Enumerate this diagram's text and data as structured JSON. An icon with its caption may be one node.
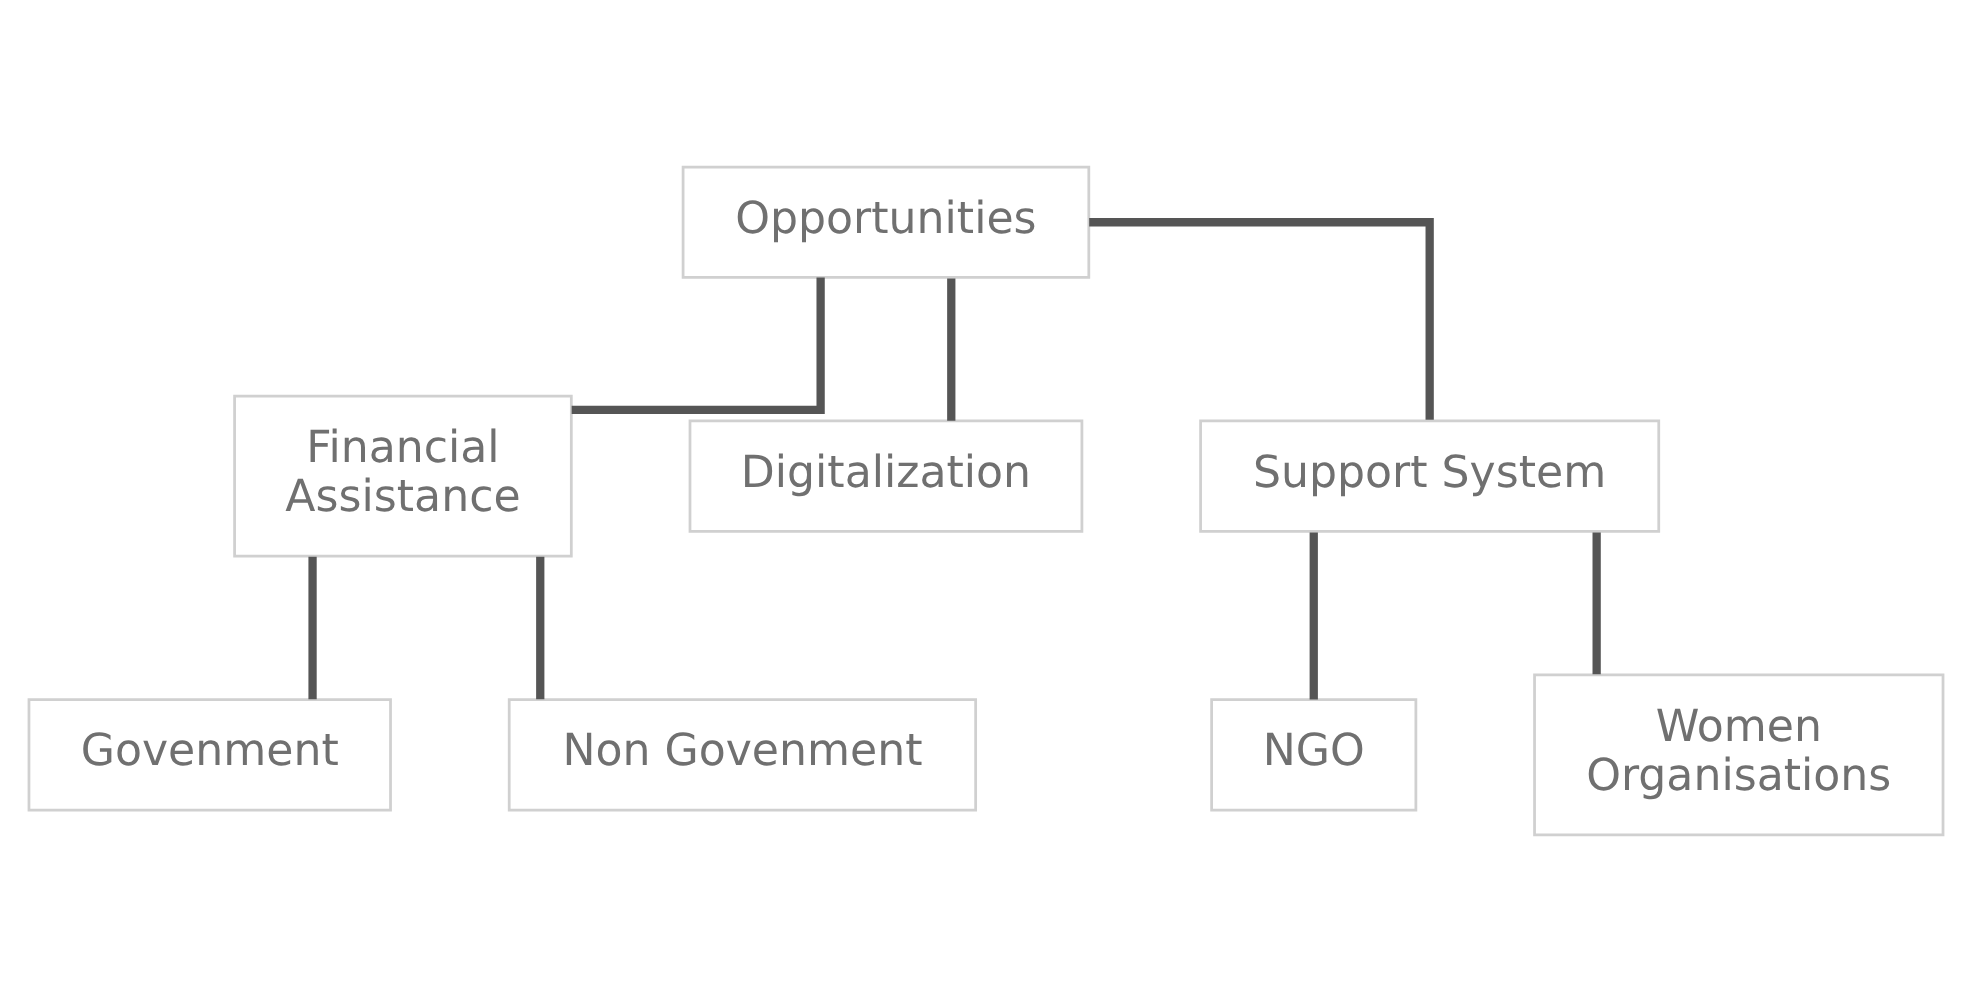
{
  "diagram": {
    "nodes": [
      {
        "text": [
          "Opportunities"
        ]
      },
      {
        "text": [
          "Financial Assistance"
        ]
      },
      {
        "text": [
          "Digitalization"
        ]
      },
      {
        "text": [
          "Support System"
        ]
      },
      {
        "text": [
          "Govenment"
        ]
      },
      {
        "text": [
          "Non Govenment"
        ]
      },
      {
        "text": [
          "NGO"
        ]
      },
      {
        "text": [
          "Women Organisations"
        ]
      }
    ],
    "edges": [
      {
        "from": 0,
        "to": 1,
        "arrow": "none"
      },
      {
        "from": 0,
        "to": 2,
        "arrow": "none"
      },
      {
        "from": 0,
        "to": 3,
        "arrow": "none"
      },
      {
        "from": 1,
        "to": 4,
        "arrow": "none"
      },
      {
        "from": 1,
        "to": 5,
        "arrow": "none"
      },
      {
        "from": 3,
        "to": 6,
        "arrow": "none"
      },
      {
        "from": 3,
        "to": 7,
        "arrow": "none"
      }
    ]
  }
}
